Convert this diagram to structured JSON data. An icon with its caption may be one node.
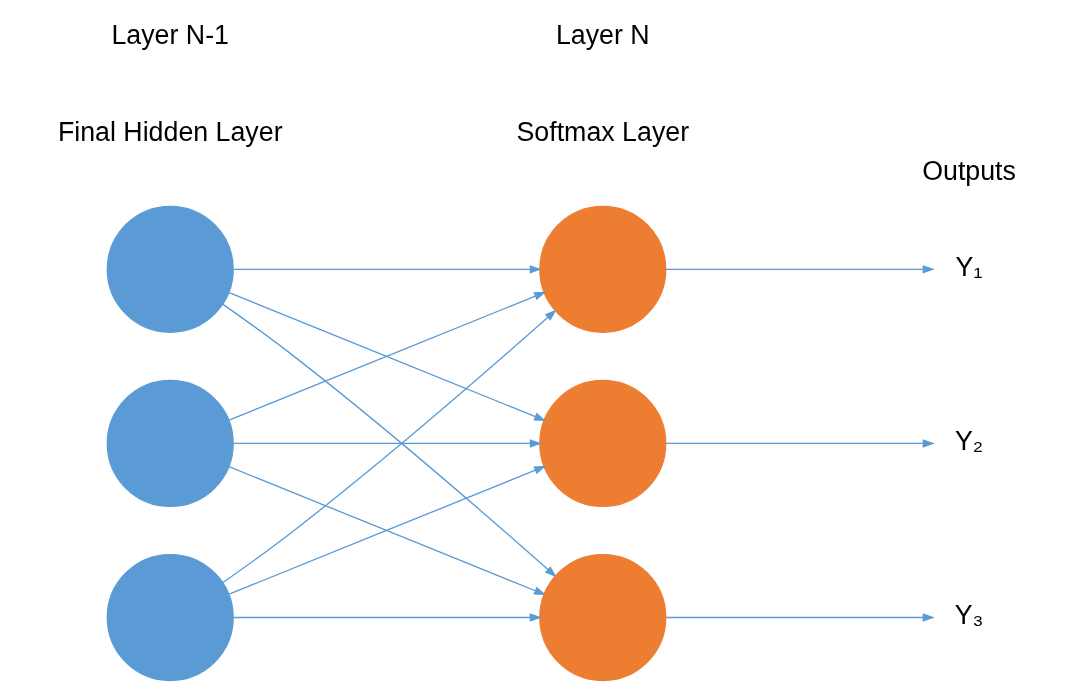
{
  "diagram": {
    "nodes": [
      {
        "text": [],
        "shape": "circle"
      },
      {
        "text": [],
        "shape": "circle"
      },
      {
        "text": [],
        "shape": "circle"
      },
      {
        "text": [],
        "shape": "circle"
      },
      {
        "text": [],
        "shape": "circle"
      },
      {
        "text": [],
        "shape": "circle"
      },
      {
        "text": [
          "Y₁"
        ]
      },
      {
        "text": [
          "Y₂"
        ]
      },
      {
        "text": [
          "Y₃"
        ]
      }
    ],
    "edges": [
      {
        "from": 0,
        "to": 3,
        "arrow": "to"
      },
      {
        "from": 0,
        "to": 4,
        "arrow": "to"
      },
      {
        "from": 0,
        "to": 5,
        "arrow": "to"
      },
      {
        "from": 1,
        "to": 3,
        "arrow": "to"
      },
      {
        "from": 1,
        "to": 4,
        "arrow": "to"
      },
      {
        "from": 1,
        "to": 5,
        "arrow": "to"
      },
      {
        "from": 2,
        "to": 3,
        "arrow": "to"
      },
      {
        "from": 2,
        "to": 4,
        "arrow": "to"
      },
      {
        "from": 2,
        "to": 5,
        "arrow": "to"
      },
      {
        "from": 3,
        "to": 6,
        "arrow": "to"
      },
      {
        "from": 4,
        "to": 7,
        "arrow": "to"
      },
      {
        "from": 5,
        "to": 8,
        "arrow": "to"
      }
    ],
    "labels": [
      "Final Hidden Layer",
      "Softmax Layer",
      "Outputs",
      "Layer N-1",
      "Layer N"
    ]
  }
}
